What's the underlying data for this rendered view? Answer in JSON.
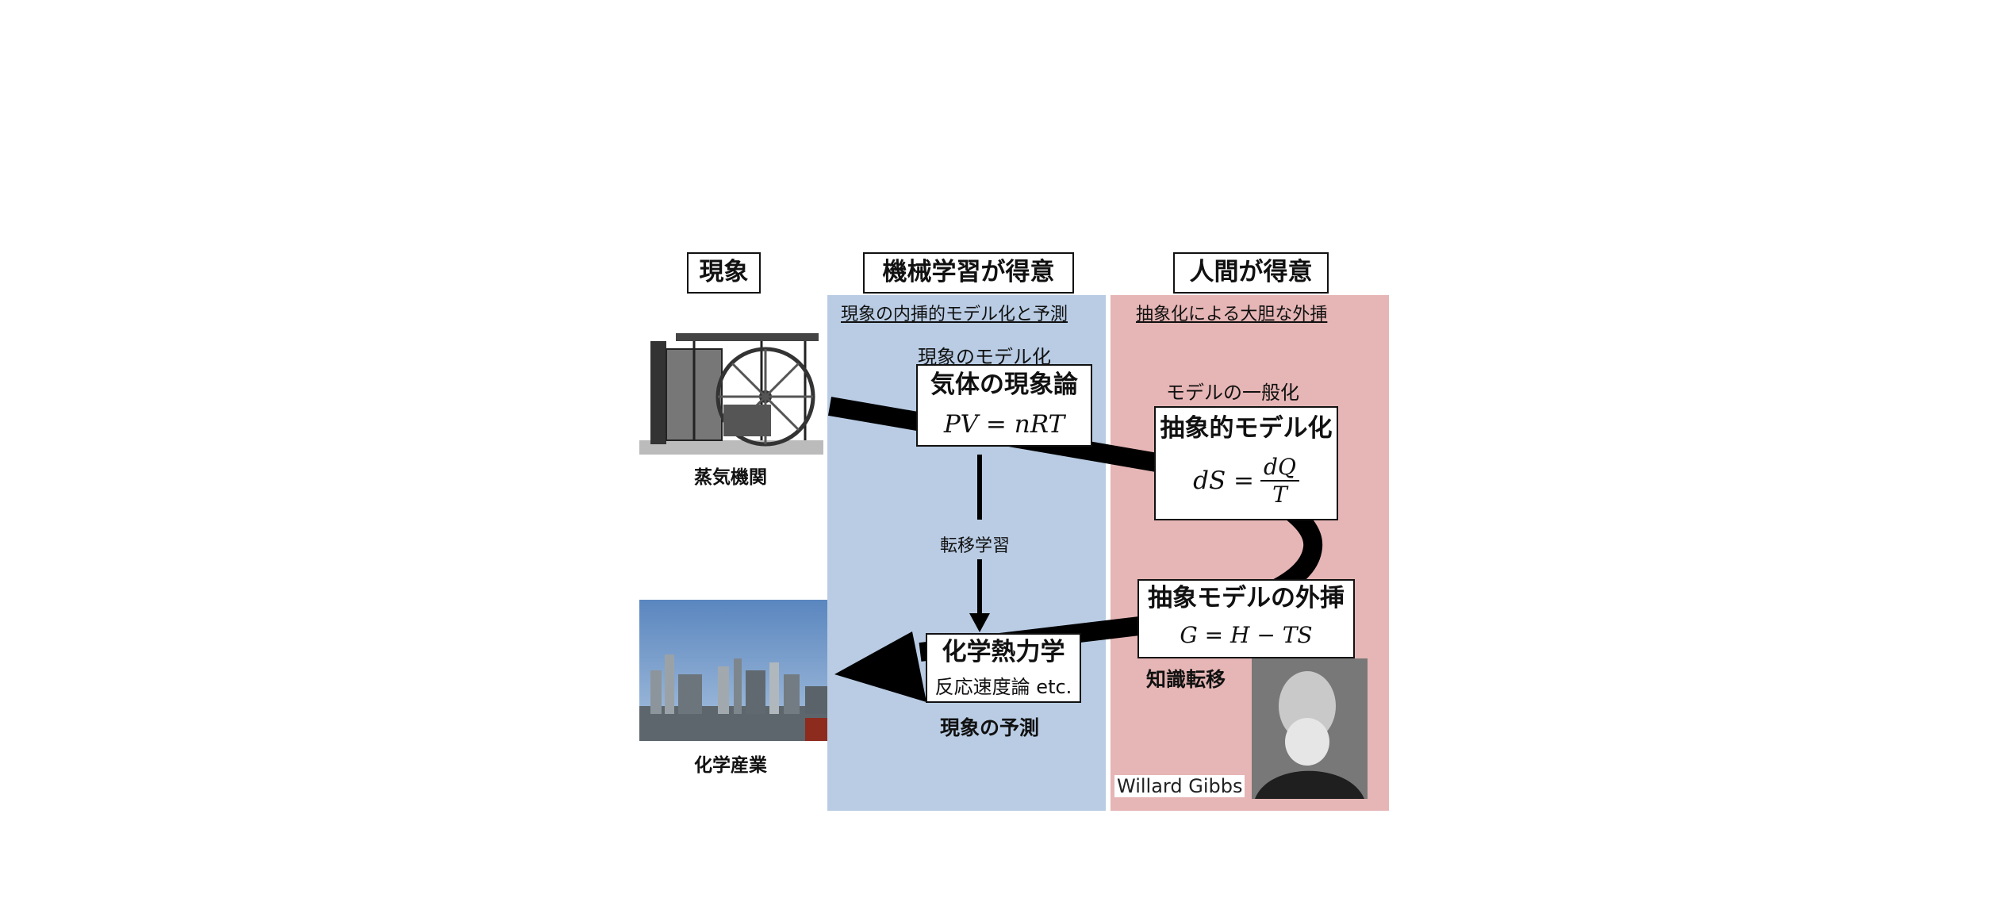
{
  "headers": {
    "phenomenon": "現象",
    "ml": "機械学習が得意",
    "human": "人間が得意"
  },
  "subheaders": {
    "ml": "現象の内挿的モデル化と予測",
    "human": "抽象化による大胆な外挿"
  },
  "labels": {
    "modeling": "現象のモデル化",
    "generalization": "モデルの一般化",
    "transfer_learning": "転移学習",
    "knowledge_transfer": "知識転移",
    "prediction": "現象の予測",
    "steam_engine": "蒸気機関",
    "chemical_industry": "化学産業",
    "gibbs": "Willard Gibbs"
  },
  "boxes": {
    "gas": {
      "title": "気体の現象論",
      "formula": "PV = nRT"
    },
    "abstract": {
      "title": "抽象的モデル化",
      "formula_lhs": "dS =",
      "formula_num": "dQ",
      "formula_den": "T"
    },
    "extrapolation": {
      "title": "抽象モデルの外挿",
      "formula": "G = H − TS"
    },
    "chem_thermo": {
      "title": "化学熱力学",
      "sub": "反応速度論 etc."
    }
  },
  "colors": {
    "ml_panel": "#b9cce4",
    "human_panel": "#e6b5b5",
    "arrow": "#000000"
  }
}
